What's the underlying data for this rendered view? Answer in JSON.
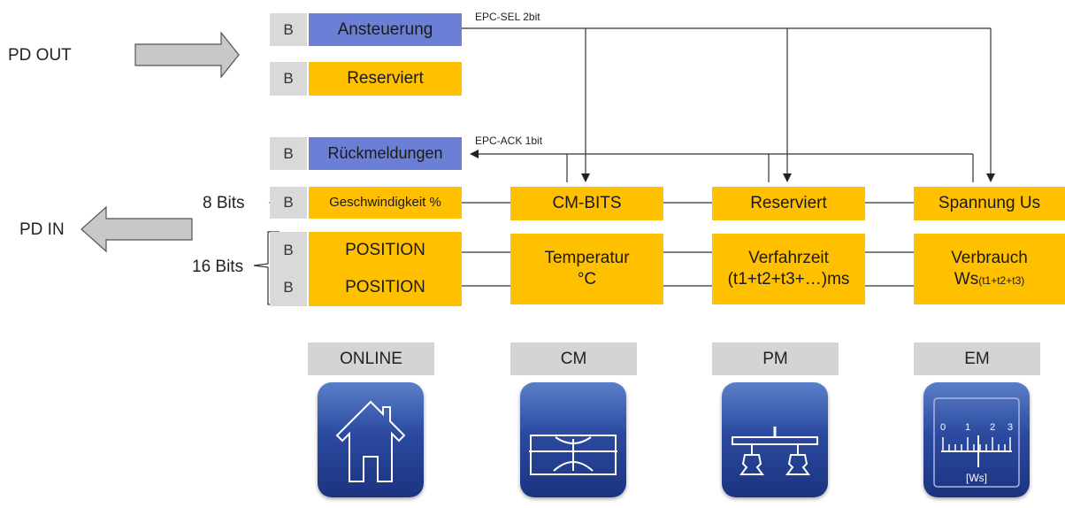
{
  "outputs": {
    "label": "PD OUT",
    "rows": [
      {
        "b": "B",
        "text": "Ansteuerung"
      },
      {
        "b": "B",
        "text": "Reserviert"
      }
    ],
    "signal_label": "EPC-SEL  2bit"
  },
  "inputs": {
    "label": "PD IN",
    "signal_label": "EPC-ACK  1bit",
    "feedback": {
      "b": "B",
      "text": "Rückmeldungen"
    },
    "bits8_label": "8 Bits",
    "bits16_label": "16 Bits",
    "speed": {
      "b": "B",
      "text": "Geschwindigkeit %"
    },
    "position1": {
      "b": "B",
      "text": "POSITION"
    },
    "position2": {
      "b": "B",
      "text": "POSITION"
    }
  },
  "mode_values": {
    "cm_bits": "CM-BITS",
    "reserviert": "Reserviert",
    "spannung": "Spannung Us",
    "temperatur_line1": "Temperatur",
    "temperatur_line2": "°C",
    "verfahrzeit_line1": "Verfahrzeit",
    "verfahrzeit_line2": "(t1+t2+t3+…)ms",
    "verbrauch_line1": "Verbrauch",
    "verbrauch_ws": "Ws",
    "verbrauch_sub": "(t1+t2+t3)"
  },
  "modes": [
    {
      "label": "ONLINE",
      "icon": "house-icon"
    },
    {
      "label": "CM",
      "icon": "gauge-condition-icon"
    },
    {
      "label": "PM",
      "icon": "vacuum-gripper-icon"
    },
    {
      "label": "EM",
      "icon": "energy-meter-icon"
    }
  ],
  "energy_meter": {
    "ticks": [
      "0",
      "1",
      "2",
      "3"
    ],
    "unit": "[Ws]"
  },
  "colors": {
    "blue": "#6b7fd6",
    "orange": "#ffc000",
    "gray": "#d9d9d9",
    "icon_blue": "#2b4aa0"
  }
}
